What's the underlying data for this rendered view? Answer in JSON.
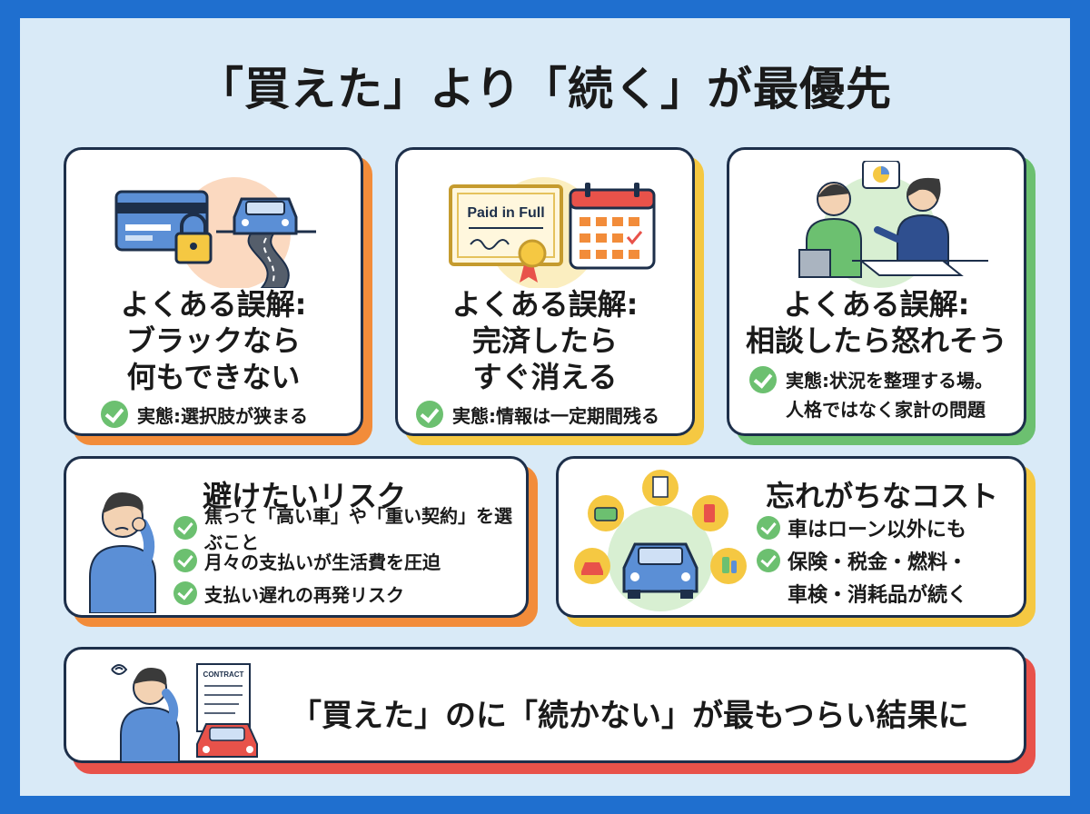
{
  "title": "「買えた」より「続く」が最優先",
  "cards": [
    {
      "title_lines": [
        "よくある誤解:",
        "ブラックなら",
        "何もできない"
      ],
      "fact": "実態:選択肢が狭まる"
    },
    {
      "paid_label": "Paid in Full",
      "title_lines": [
        "よくある誤解:",
        "完済したら",
        "すぐ消える"
      ],
      "fact": "実態:情報は一定期間残る"
    },
    {
      "title_lines": [
        "よくある誤解:",
        "相談したら怒れそう"
      ],
      "fact_lines": [
        "実態:状況を整理する場。",
        "人格ではなく家計の問題"
      ]
    }
  ],
  "risk": {
    "title": "避けたいリスク",
    "items": [
      "焦って「高い車」や「重い契約」を選ぶこと",
      "月々の支払いが生活費を圧迫",
      "支払い遅れの再発リスク"
    ]
  },
  "cost": {
    "title": "忘れがちなコスト",
    "items": [
      "車はローン以外にも",
      "保険・税金・燃料・",
      "車検・消耗品が続く"
    ]
  },
  "bottom": {
    "contract_label": "CONTRACT",
    "message": "「買えた」のに「続かない」が最もつらい結果に"
  },
  "colors": {
    "frame": "#1f6fcf",
    "background": "#d9eaf7",
    "orange": "#f28c3a",
    "yellow": "#f5c842",
    "green": "#6cc070",
    "red": "#e8524a",
    "border": "#1d2f4a"
  }
}
